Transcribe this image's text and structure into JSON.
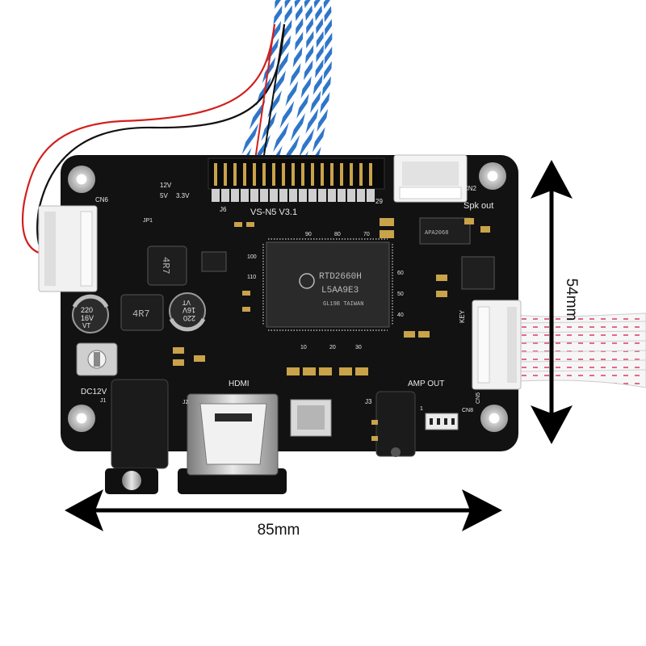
{
  "dimensions": {
    "width_label": "85mm",
    "height_label": "54mm"
  },
  "board": {
    "model": "VS-N5  V3.1",
    "labels": {
      "cn6": "CN6",
      "cn2": "CN2",
      "cn5": "CN5",
      "cn8": "CN8",
      "spk_out": "Spk out",
      "hdmi": "HDMI",
      "dc12v": "DC12V",
      "amp_out": "AMP OUT",
      "key": "KEY",
      "j1": "J1",
      "j2": "J2",
      "j3": "J3",
      "j6": "J6",
      "jp1": "JP1",
      "v12": "12V",
      "v5": "5V",
      "v33": "3.3V",
      "pin29": "29",
      "pin1": "1",
      "tick90": "90",
      "tick80": "80",
      "tick70": "70",
      "tick100": "100",
      "tick110": "110",
      "tick10": "10",
      "tick20": "20",
      "tick30": "30",
      "tick40": "40",
      "tick50": "50",
      "tick60": "60"
    },
    "main_chip": {
      "line1": "RTD2660H",
      "line2": "L5AA9E3",
      "line3": "GL19B TAIWAN"
    },
    "inductor_left": "4R7",
    "inductor_top": "4R7",
    "amp_chip": "APA2068",
    "cap1": {
      "v": "16V",
      "uf": "220",
      "t": "VT"
    },
    "cap2": {
      "v": "16V",
      "uf": "220",
      "t": "VT"
    }
  },
  "colors": {
    "pcb": "#121212",
    "silkscreen": "#e8e8e8",
    "connector": "#f1f1f1",
    "gold": "#c9a24a",
    "wire_blue": "#2f76c9",
    "wire_red": "#d21f1f",
    "ribbon": "#e06a8a"
  }
}
